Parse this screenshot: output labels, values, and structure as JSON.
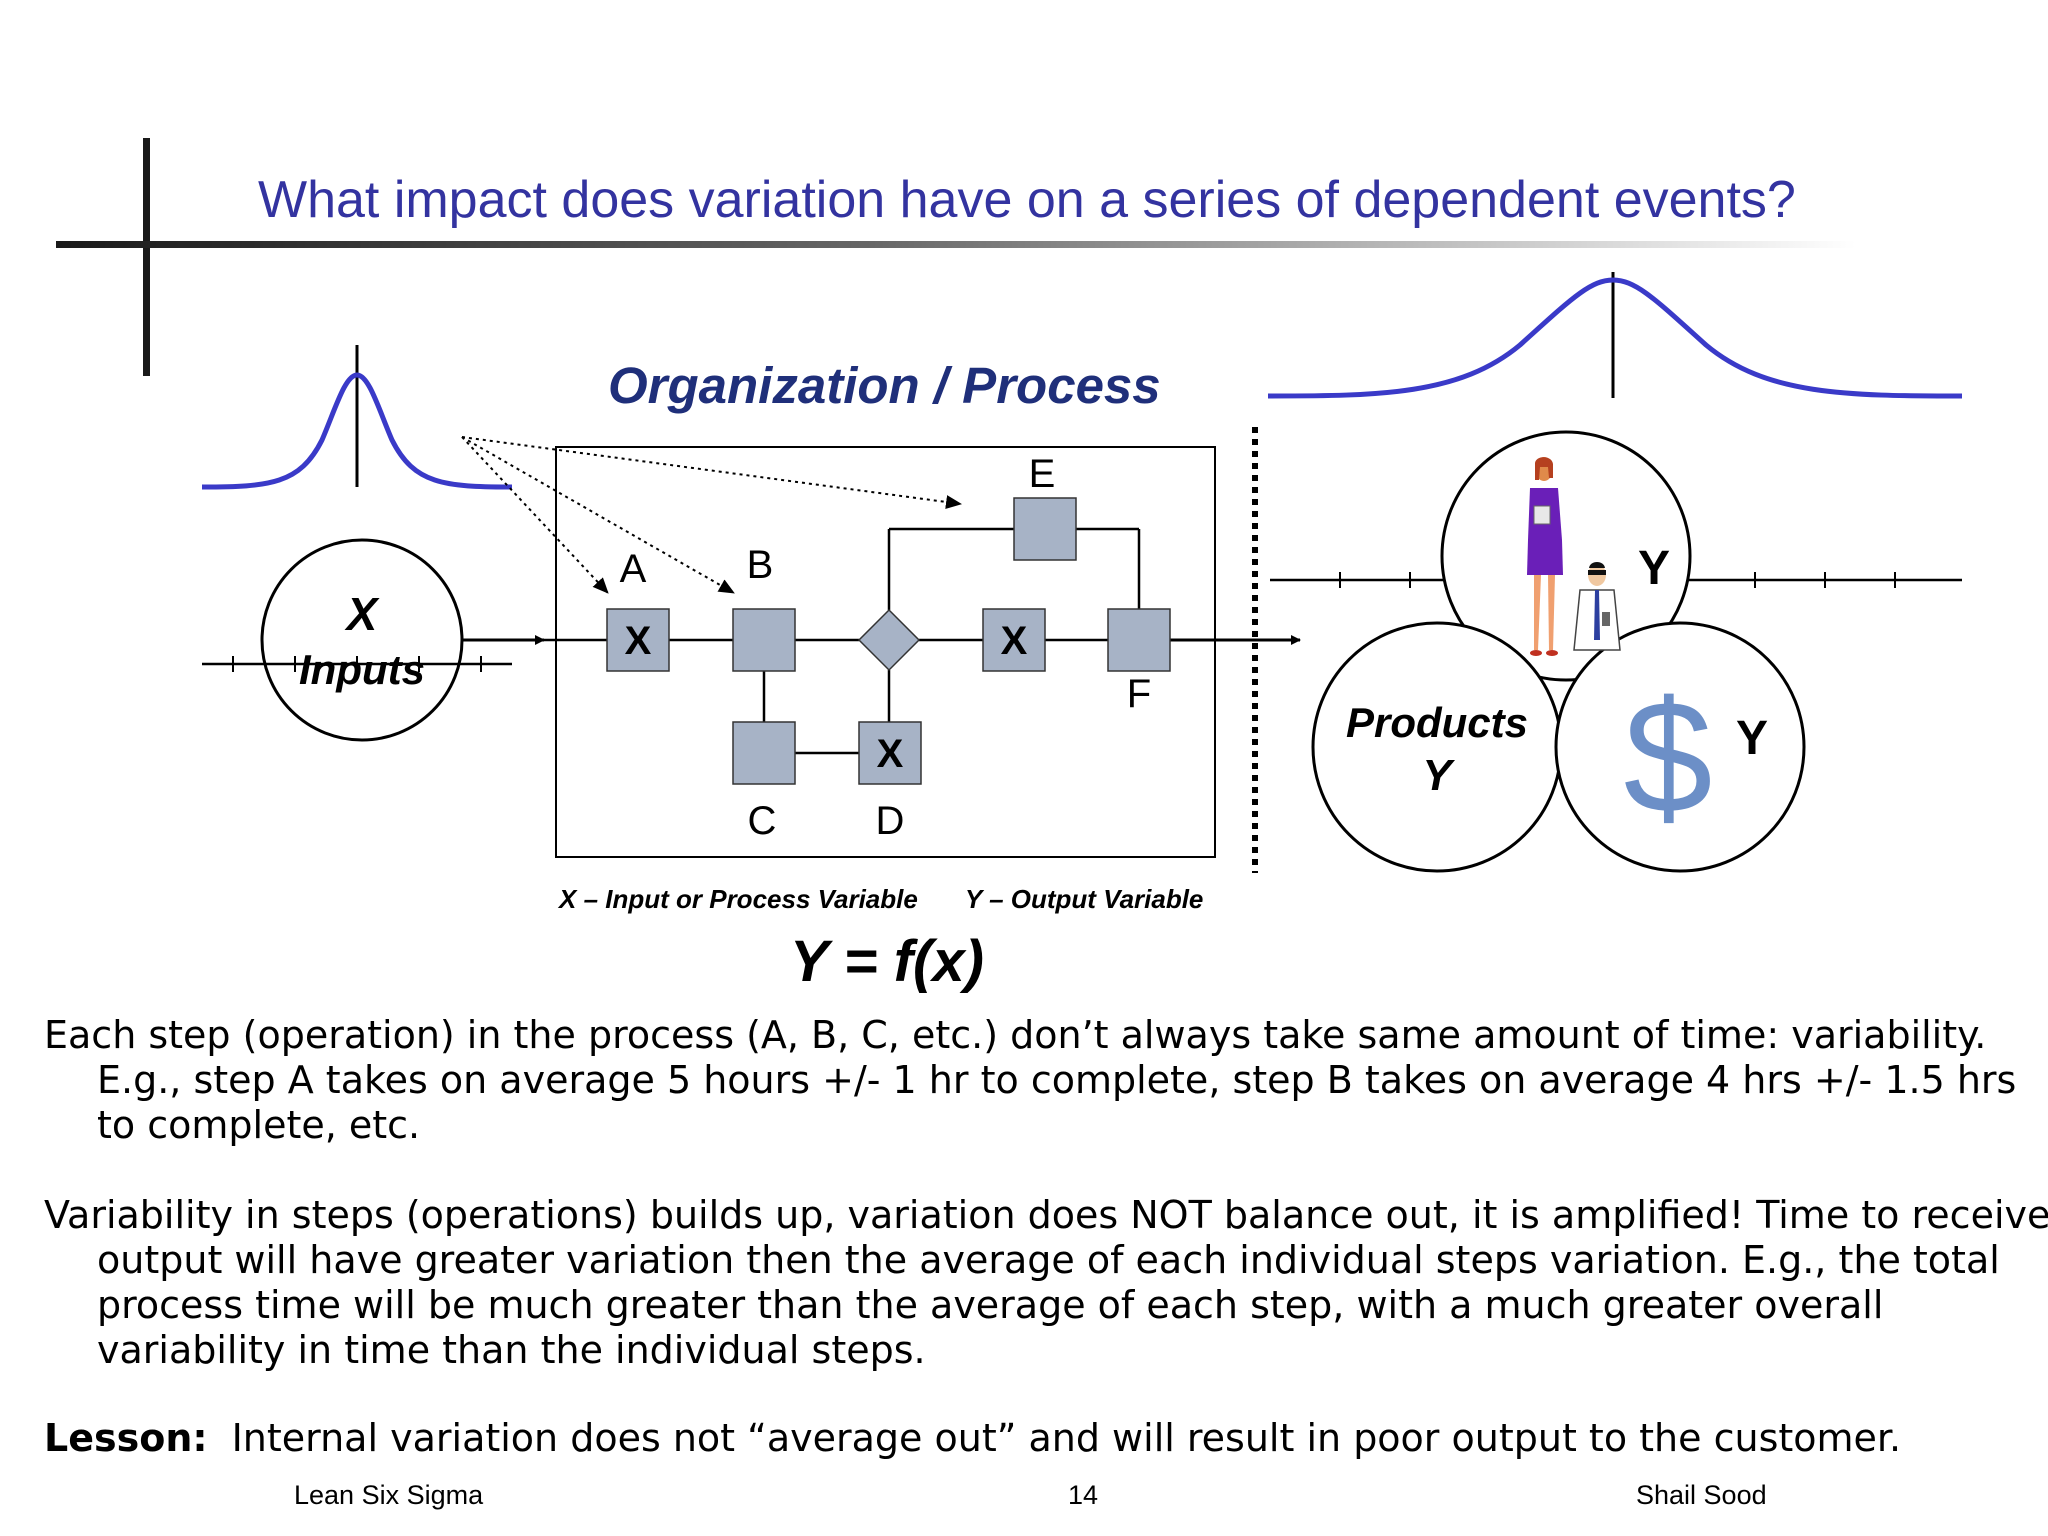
{
  "slide": {
    "title": "What impact does variation have on a series of dependent events?",
    "process_title": "Organization / Process"
  },
  "diagram": {
    "input_label_x": "X",
    "input_label": "Inputs",
    "steps": {
      "a": "A",
      "b": "B",
      "c": "C",
      "d": "D",
      "e": "E",
      "f": "F"
    },
    "step_marker": "X",
    "products_label": "Products",
    "output_y": "Y",
    "legend_x": "X – Input or Process Variable",
    "legend_y": "Y – Output Variable",
    "formula": "Y = f(x)",
    "curve_color": "#3a3ac8",
    "step_fill": "#a7b3c6"
  },
  "text": {
    "para1": "Each step (operation) in the process (A, B, C, etc.) don’t always take same amount of time: variability. E.g., step A takes on average 5 hours +/-  1 hr to complete, step B takes on average 4 hrs +/- 1.5 hrs to complete, etc.",
    "para2": "Variability in steps (operations) builds up, variation does NOT balance out, it is amplified! Time to receive output will have greater variation then the average of each individual steps variation.  E.g., the total process time will be much greater than the average of each step, with a much greater overall variability in time than the individual steps.",
    "lesson_label": "Lesson:",
    "lesson_text": "Internal variation does not “average out” and will result in poor output to the customer."
  },
  "footer": {
    "left": "Lean Six Sigma",
    "page": "14",
    "right": "Shail Sood"
  }
}
